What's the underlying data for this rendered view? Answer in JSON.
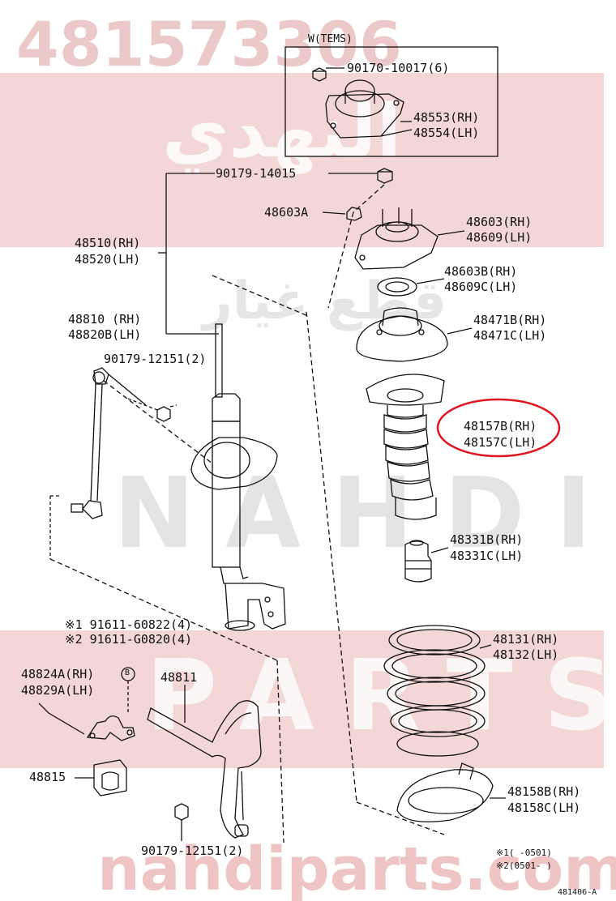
{
  "watermark": {
    "part_number": "481573306",
    "arabic_top": "النهدي",
    "arabic_mid": "قطع غيار",
    "brand": "NAHDI",
    "parts": "PARTS",
    "url": "nahdiparts.com"
  },
  "inset_title": "W(TEMS)",
  "labels": {
    "p90170": "90170-10017(6)",
    "p48553": "48553(RH)",
    "p48554": "48554(LH)",
    "p90179a": "90179-14015",
    "p48603A": "48603A",
    "p48603": "48603(RH)",
    "p48609": "48609(LH)",
    "p48510": "48510(RH)",
    "p48520": "48520(LH)",
    "p48603B": "48603B(RH)",
    "p48609C": "48609C(LH)",
    "p48810": "48810  (RH)",
    "p48820B": "48820B(LH)",
    "p48471B": "48471B(RH)",
    "p48471C": "48471C(LH)",
    "p90179b": "90179-12151(2)",
    "p48157B": "48157B(RH)",
    "p48157C": "48157C(LH)",
    "p48331B": "48331B(RH)",
    "p48331C": "48331C(LH)",
    "p91611a": "※1 91611-60822(4)",
    "p91611b": "※2 91611-G0820(4)",
    "p48131": "48131(RH)",
    "p48132": "48132(LH)",
    "p48824A": "48824A(RH)",
    "p48829A": "48829A(LH)",
    "p48811": "48811",
    "p48815": "48815",
    "p48158B": "48158B(RH)",
    "p48158C": "48158C(LH)",
    "p90179c": "90179-12151(2)",
    "callout_b": "B"
  },
  "notes": {
    "n1": "※1(    -0501)",
    "n2": "※2(0501-     )"
  },
  "figure_id": "481406-A",
  "colors": {
    "highlight": "#e0141e",
    "band": "#f3d7d7",
    "ink": "#111111"
  }
}
